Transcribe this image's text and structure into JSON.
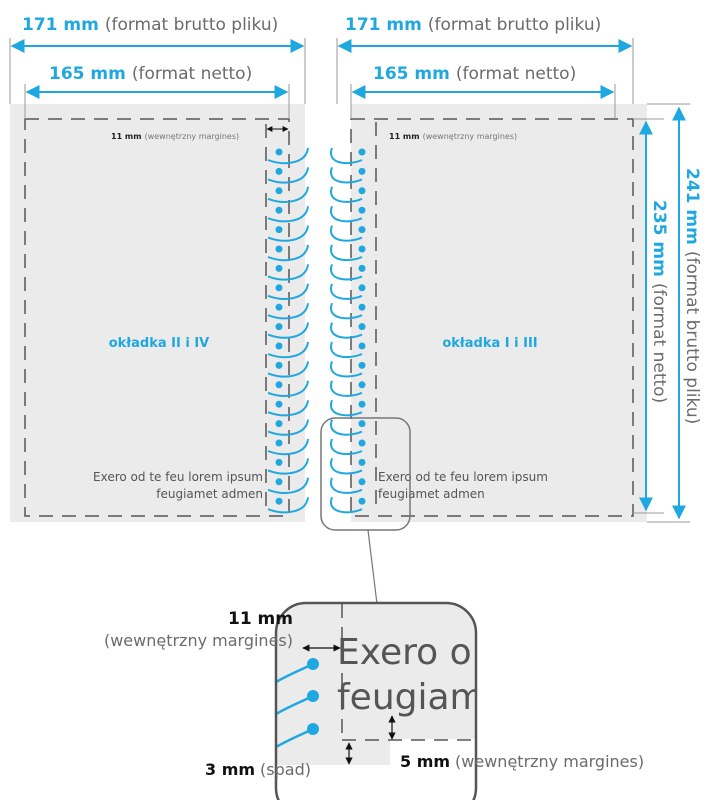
{
  "dimensions": {
    "brutto_width_value": "171 mm",
    "brutto_width_label": "(format brutto pliku)",
    "netto_width_value": "165 mm",
    "netto_width_label": "(format netto)",
    "netto_height_value": "235 mm",
    "netto_height_label": "(format netto)",
    "brutto_height_value": "241 mm",
    "brutto_height_label": "(format brutto pliku)"
  },
  "pages": {
    "left": {
      "margin_value": "11 mm",
      "margin_label": "(wewnętrzny margines)",
      "title": "okładka II i IV",
      "sample_line1": "Exero od te feu lorem ipsum",
      "sample_line2": "feugiamet admen"
    },
    "right": {
      "margin_value": "11 mm",
      "margin_label": "(wewnętrzny margines)",
      "title": "okładka I i III",
      "sample_line1": "Exero od te feu lorem ipsum",
      "sample_line2": "feugiamet admen"
    }
  },
  "zoom": {
    "margin_value": "11 mm",
    "margin_label": "(wewnętrzny margines)",
    "sample_line1": "Exero o",
    "sample_line2": "feugiam",
    "bleed_value": "3 mm",
    "bleed_label": "(spad)",
    "inner_margin_value": "5 mm",
    "inner_margin_label": "(wewnętrzny margines)"
  },
  "colors": {
    "accent": "#1fa8e0",
    "page_fill": "#ebebeb",
    "dash": "#555555",
    "text_gray": "#6b6b6b"
  }
}
